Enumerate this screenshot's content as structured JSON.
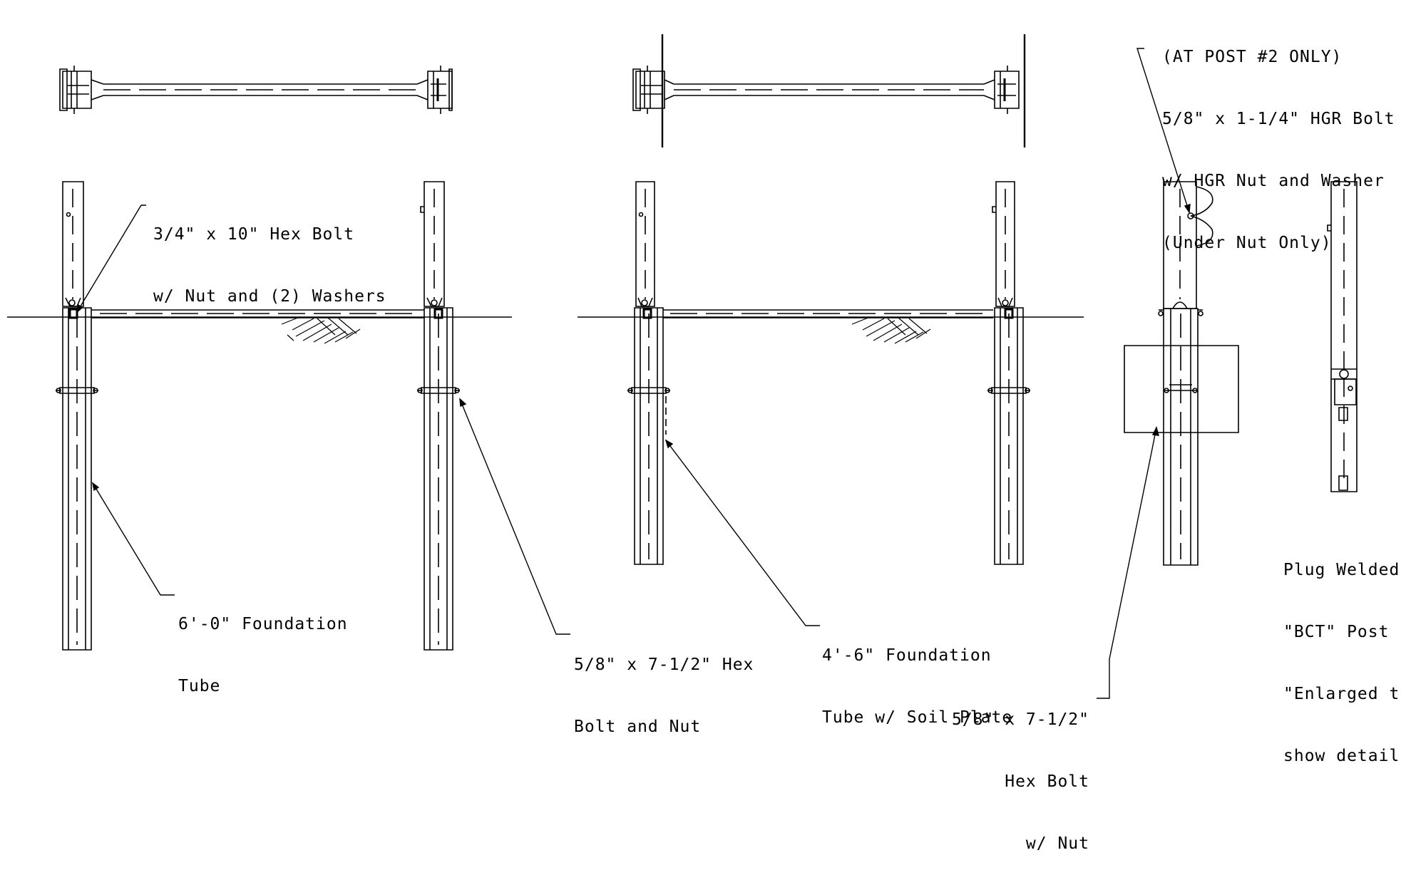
{
  "callouts": {
    "hex_bolt_3_4": [
      "3/4\" x 10\" Hex Bolt",
      "w/ Nut and (2) Washers"
    ],
    "foundation_6_0": [
      "6'-0\" Foundation",
      "Tube"
    ],
    "hex_bolt_5_8_left": [
      "5/8\" x 7-1/2\" Hex",
      "Bolt and Nut"
    ],
    "foundation_4_6": [
      "4'-6\" Foundation",
      "Tube w/ Soil Plate"
    ],
    "hgr_bolt": [
      "(AT POST #2 ONLY)",
      "5/8\" x 1-1/4\" HGR Bolt",
      "w/ HGR Nut and Washer",
      "(Under Nut Only)"
    ],
    "hex_bolt_5_8_right": [
      "5/8\" x 7-1/2\"",
      "Hex Bolt",
      "w/ Nut"
    ],
    "plug_welded": [
      "Plug Welded",
      "\"BCT\" Post",
      "\"Enlarged to",
      "show detail\""
    ]
  },
  "colors": {
    "line": "#000000",
    "background": "#ffffff"
  }
}
